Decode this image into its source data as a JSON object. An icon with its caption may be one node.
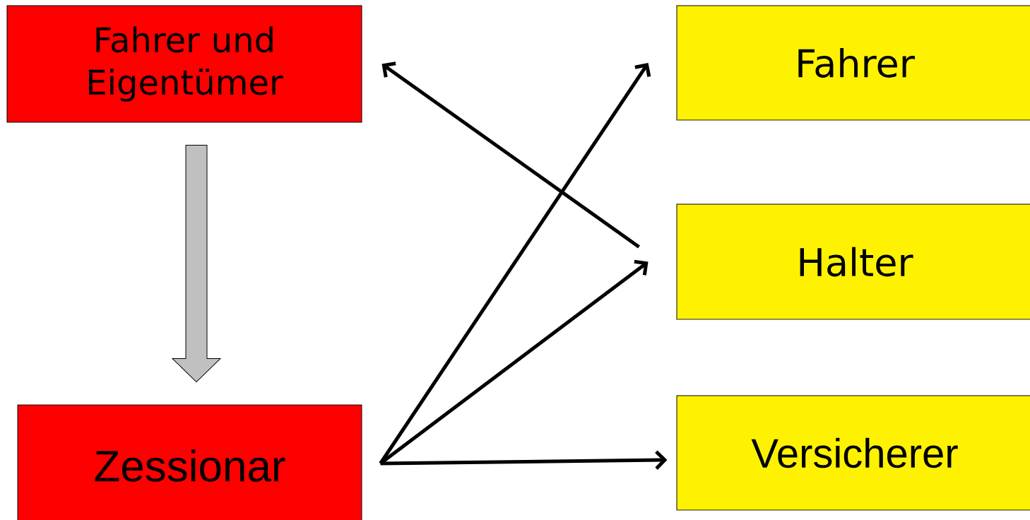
{
  "diagram": {
    "nodes": [
      {
        "text": [
          "Fahrer und Eigentümer"
        ]
      },
      {
        "text": [
          "Zessionar"
        ]
      },
      {
        "text": [
          "Fahrer"
        ]
      },
      {
        "text": [
          "Halter"
        ]
      },
      {
        "text": [
          "Versicherer"
        ]
      }
    ],
    "edges": [
      {
        "from": 0,
        "to": 1,
        "arrow": "to",
        "style": "thick",
        "color": "#c0c0c0"
      },
      {
        "from": 3,
        "to": 0,
        "arrow": "to"
      },
      {
        "from": 1,
        "to": 2,
        "arrow": "to"
      },
      {
        "from": 1,
        "to": 3,
        "arrow": "to"
      },
      {
        "from": 1,
        "to": 4,
        "arrow": "to"
      }
    ]
  }
}
